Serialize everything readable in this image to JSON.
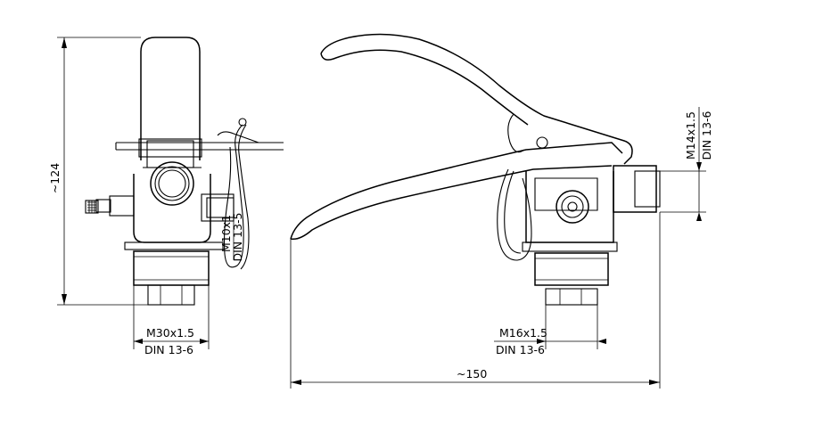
{
  "drawing": {
    "height_dim": "~124",
    "length_dim": "~150",
    "thread_outlet": {
      "line1": "M10x1",
      "line2": "DIN 13-5"
    },
    "thread_inlet_left": {
      "line1": "M30x1.5",
      "line2": "DIN 13-6"
    },
    "thread_bottom_right": {
      "line1": "M16x1.5",
      "line2": "DIN 13-6"
    },
    "thread_side_right": {
      "line1": "M14x1.5",
      "line2": "DIN 13-6"
    }
  }
}
